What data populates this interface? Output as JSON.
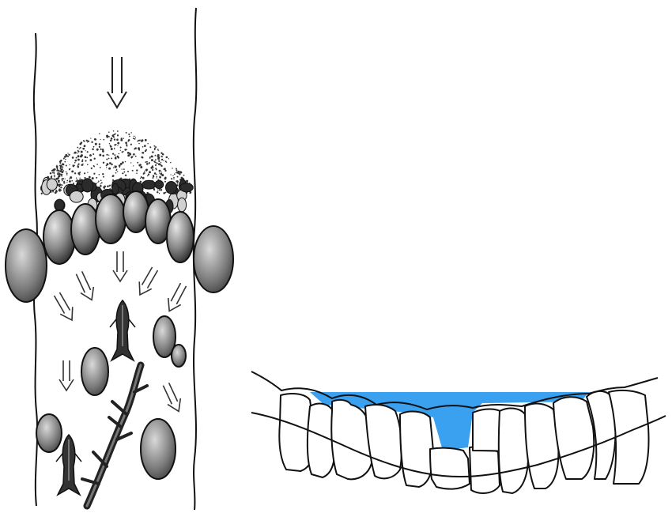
{
  "figure": {
    "panels": [
      {
        "id": "left",
        "subject": "channel-with-stone-barrier-and-fish"
      },
      {
        "id": "right",
        "subject": "stone-weir-cross-section-with-water-notch"
      }
    ],
    "colors": {
      "line": "#111111",
      "stone_fill": "#555555",
      "stone_light": "#cfcfcf",
      "gravel": "#3a3a3a",
      "water": "#3aa0f0",
      "background": "#ffffff"
    },
    "icons": [
      "flow-arrow-icon",
      "fish-icon",
      "branch-icon"
    ]
  }
}
